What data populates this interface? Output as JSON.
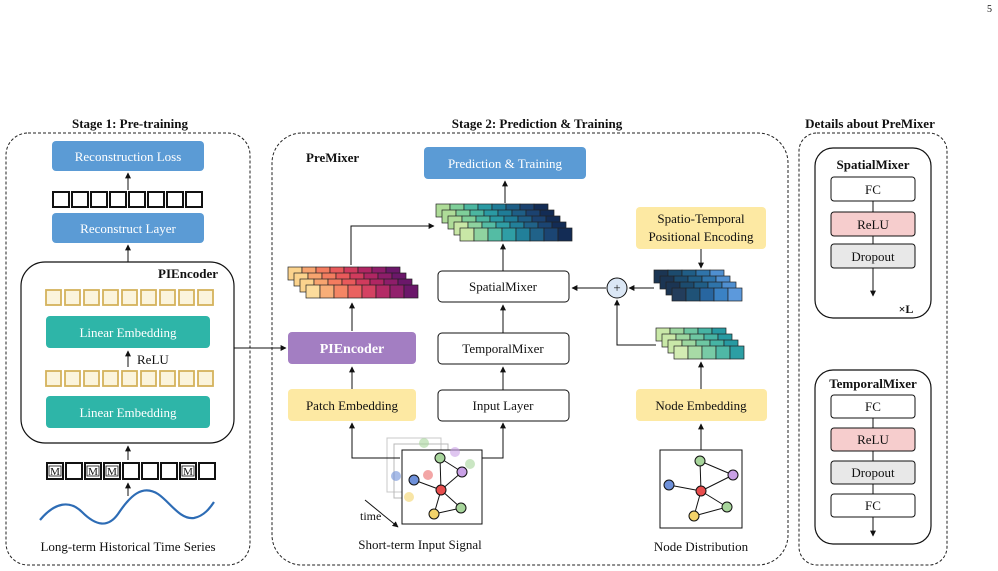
{
  "page_number": "5",
  "stage1": {
    "title": "Stage 1: Pre-training",
    "reconstruction_loss": "Reconstruction Loss",
    "reconstruct_layer": "Reconstruct Layer",
    "piencoder_title": "PIEncoder",
    "linear_embedding_top": "Linear Embedding",
    "relu": "ReLU",
    "linear_embedding_bottom": "Linear Embedding",
    "mask_label": "M",
    "series_label": "Long-term Historical Time Series"
  },
  "stage2": {
    "title": "Stage 2: Prediction & Training",
    "premixer_label": "PreMixer",
    "prediction_training": "Prediction & Training",
    "piencoder": "PIEncoder",
    "patch_embedding": "Patch Embedding",
    "spatial_mixer": "SpatialMixer",
    "temporal_mixer": "TemporalMixer",
    "input_layer": "Input Layer",
    "stpe": "Spatio-Temporal\nPositional Encoding",
    "stpe_line1": "Spatio-Temporal",
    "stpe_line2": "Positional Encoding",
    "plus": "+",
    "node_embedding": "Node Embedding",
    "time_label": "time",
    "short_term_label": "Short-term Input Signal",
    "node_distribution_label": "Node Distribution"
  },
  "details": {
    "title": "Details about PreMixer",
    "spatial": {
      "title": "SpatialMixer",
      "fc": "FC",
      "relu": "ReLU",
      "dropout": "Dropout",
      "repeat": "×L"
    },
    "temporal": {
      "title": "TemporalMixer",
      "fc1": "FC",
      "relu": "ReLU",
      "dropout": "Dropout",
      "fc2": "FC"
    }
  },
  "colors": {
    "blue_box": "#5b9bd5",
    "teal_box": "#2eb5a8",
    "purple_box": "#a37ec2",
    "yellow_box": "#fde9a3",
    "pink_box": "#f6cdcd",
    "gray_box": "#e8e8e8",
    "token_border": "#d4b25c",
    "wave": "#2d6cb5"
  }
}
